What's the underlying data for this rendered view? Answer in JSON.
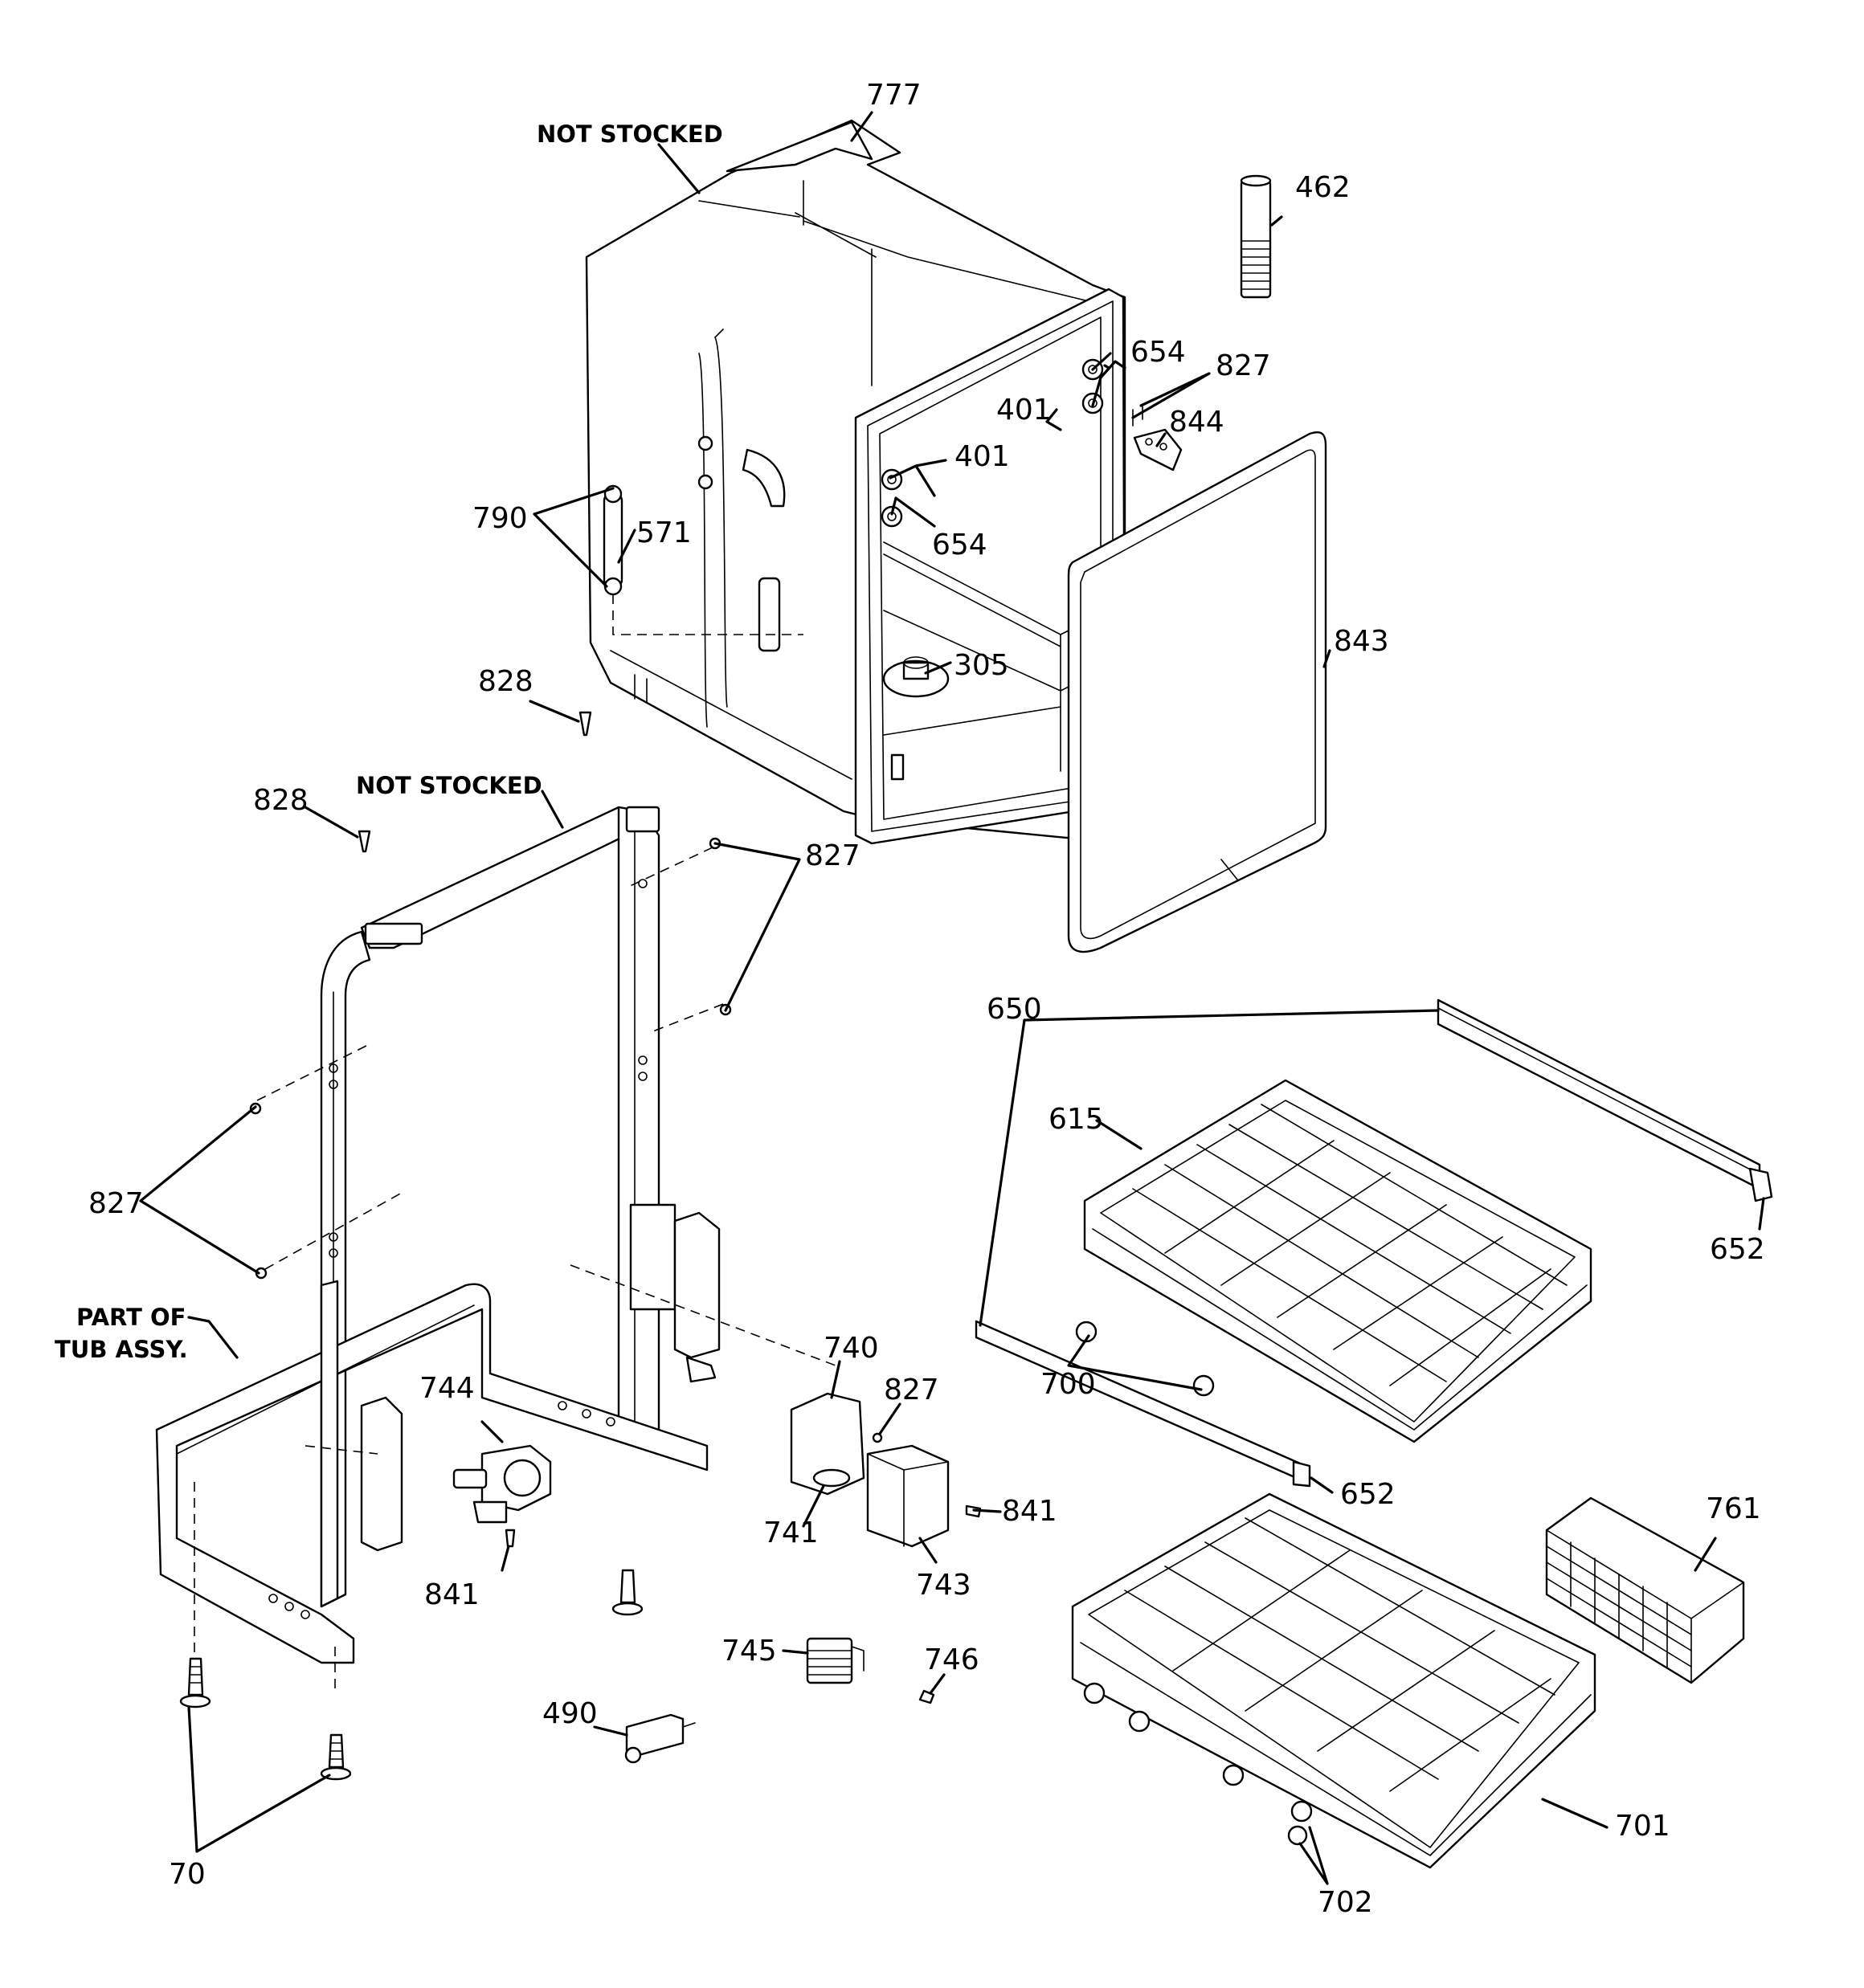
{
  "diagram": {
    "notes": {
      "tub_not_stocked": "NOT STOCKED",
      "frame_not_stocked": "NOT STOCKED",
      "part_of_line1": "PART OF",
      "part_of_line2": "TUB ASSY."
    },
    "callouts": {
      "c777": "777",
      "c462": "462",
      "c654a": "654",
      "c827a": "827",
      "c401a": "401",
      "c844": "844",
      "c401b": "401",
      "c654b": "654",
      "c790": "790",
      "c571": "571",
      "c305": "305",
      "c843": "843",
      "c828a": "828",
      "c828b": "828",
      "c827b": "827",
      "c827c": "827",
      "c650": "650",
      "c615": "615",
      "c652a": "652",
      "c700": "700",
      "c652b": "652",
      "c740": "740",
      "c744": "744",
      "c827d": "827",
      "c841a": "841",
      "c741": "741",
      "c743": "743",
      "c841b": "841",
      "c761": "761",
      "c745": "745",
      "c746": "746",
      "c490": "490",
      "c70": "70",
      "c701": "701",
      "c702": "702"
    }
  }
}
